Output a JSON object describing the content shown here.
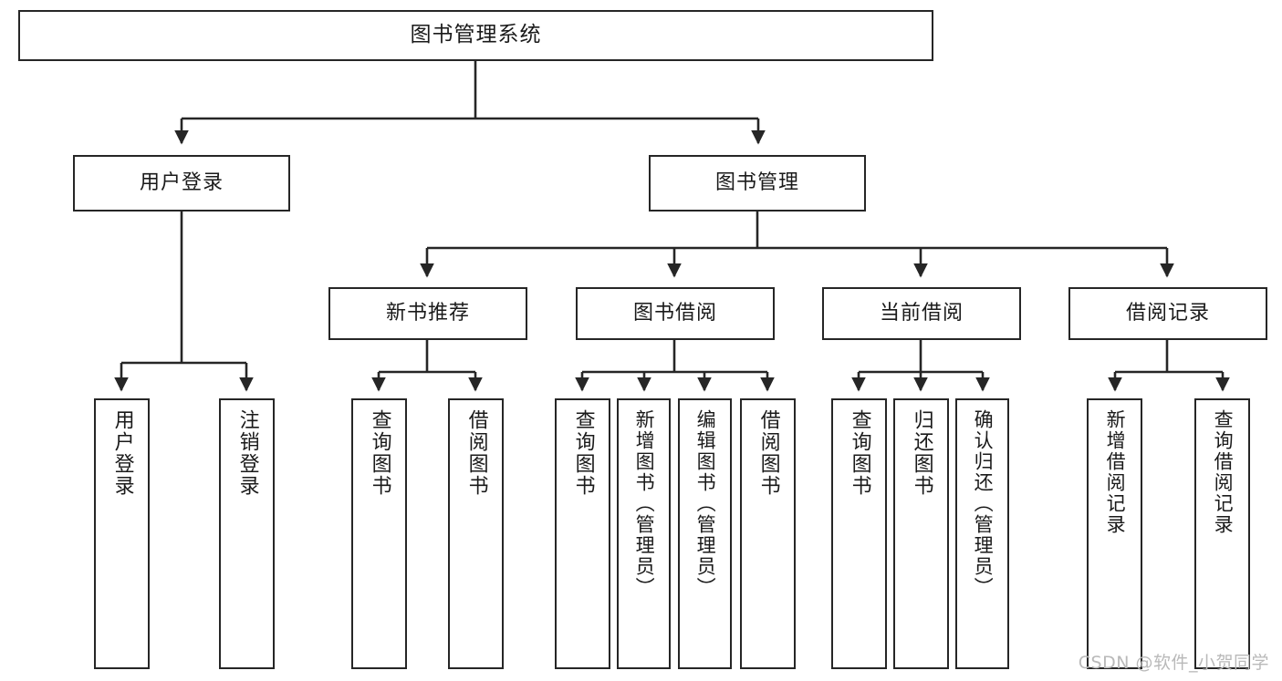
{
  "diagram": {
    "title": "图书管理系统",
    "type": "hierarchy-tree",
    "levels": 4,
    "colors": {
      "border": "#262626",
      "fill": "#ffffff",
      "text": "#1a1a1a",
      "edge": "#262626",
      "watermark": "#b9b9b9"
    },
    "root": {
      "label": "图书管理系统"
    },
    "level2": [
      {
        "label": "用户登录"
      },
      {
        "label": "图书管理"
      }
    ],
    "level3": [
      {
        "label": "新书推荐"
      },
      {
        "label": "图书借阅"
      },
      {
        "label": "当前借阅"
      },
      {
        "label": "借阅记录"
      }
    ],
    "leaves": {
      "user_login": [
        {
          "label": "用户登录"
        },
        {
          "label": "注销登录"
        }
      ],
      "new_book_recommend": [
        {
          "label": "查询图书"
        },
        {
          "label": "借阅图书"
        }
      ],
      "book_borrow": [
        {
          "label": "查询图书"
        },
        {
          "label": "新增图书（管理员）"
        },
        {
          "label": "编辑图书（管理员）"
        },
        {
          "label": "借阅图书"
        }
      ],
      "current_borrow": [
        {
          "label": "查询图书"
        },
        {
          "label": "归还图书"
        },
        {
          "label": "确认归还（管理员）"
        }
      ],
      "borrow_record": [
        {
          "label": "新增借阅记录"
        },
        {
          "label": "查询借阅记录"
        }
      ]
    }
  },
  "watermark": {
    "text": "CSDN @软件_小贺同学"
  }
}
